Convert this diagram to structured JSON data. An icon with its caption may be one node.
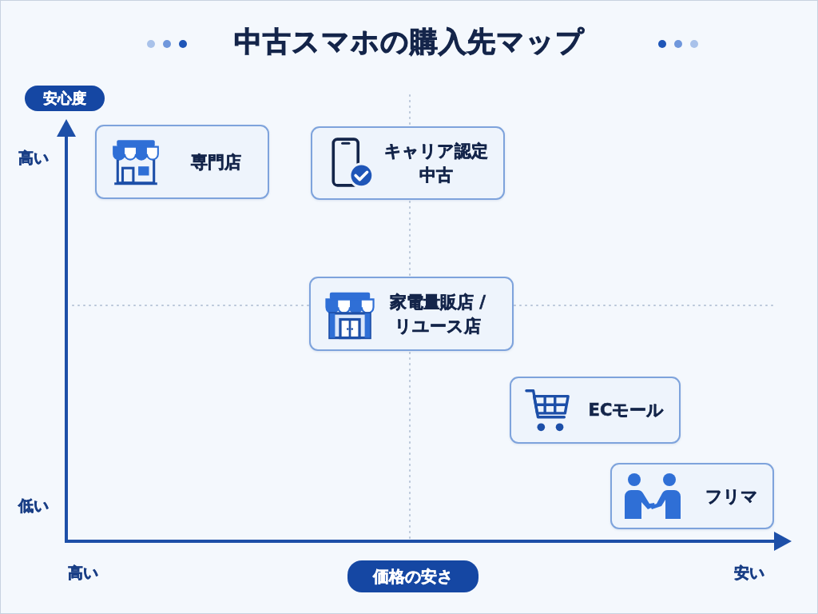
{
  "diagram": {
    "title": "中古スマホの購入先マップ",
    "nodes": [
      {
        "text": [
          "専門店"
        ]
      },
      {
        "text": [
          "キャリア認定中古"
        ]
      },
      {
        "text": [
          "家電量販店 / リユース店"
        ]
      },
      {
        "text": [
          "ECモール"
        ]
      },
      {
        "text": [
          "フリマ"
        ]
      }
    ],
    "edges": [],
    "labels": [
      "安心度",
      "高い",
      "低い",
      "高い",
      "価格の安さ",
      "安い"
    ]
  }
}
